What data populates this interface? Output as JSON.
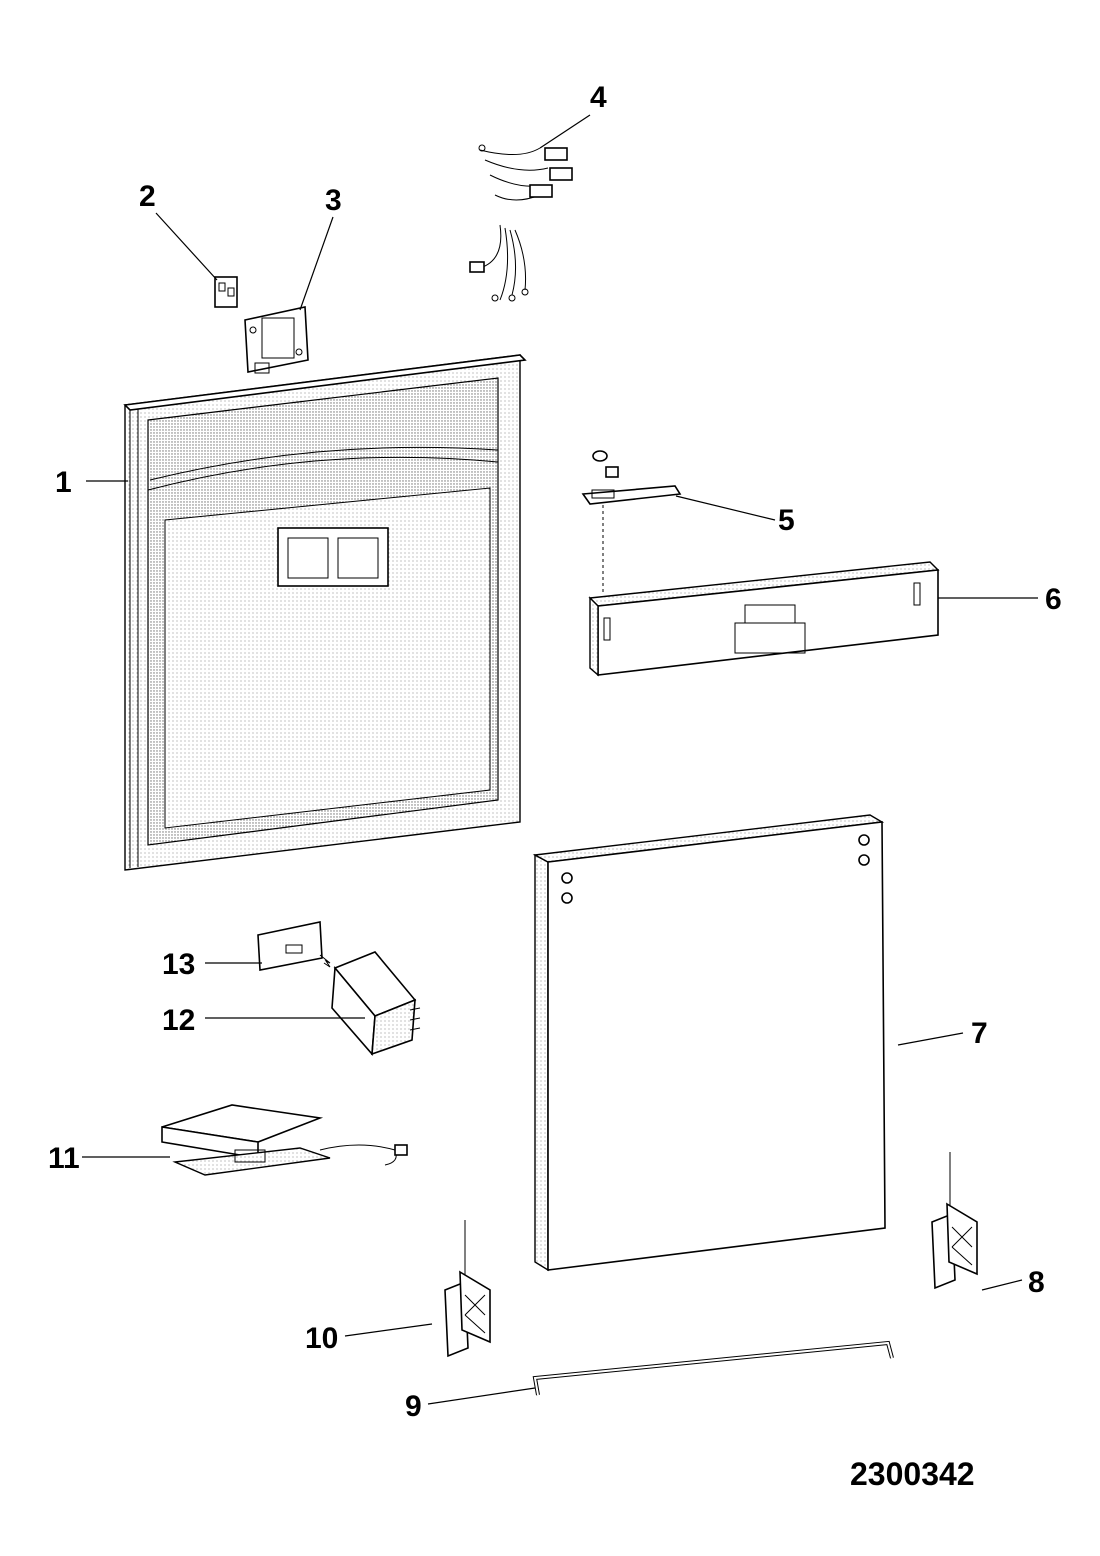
{
  "diagram": {
    "callouts": [
      "1",
      "2",
      "3",
      "4",
      "5",
      "6",
      "7",
      "8",
      "9",
      "10",
      "11",
      "12",
      "13"
    ],
    "reference_number": "2300342"
  }
}
